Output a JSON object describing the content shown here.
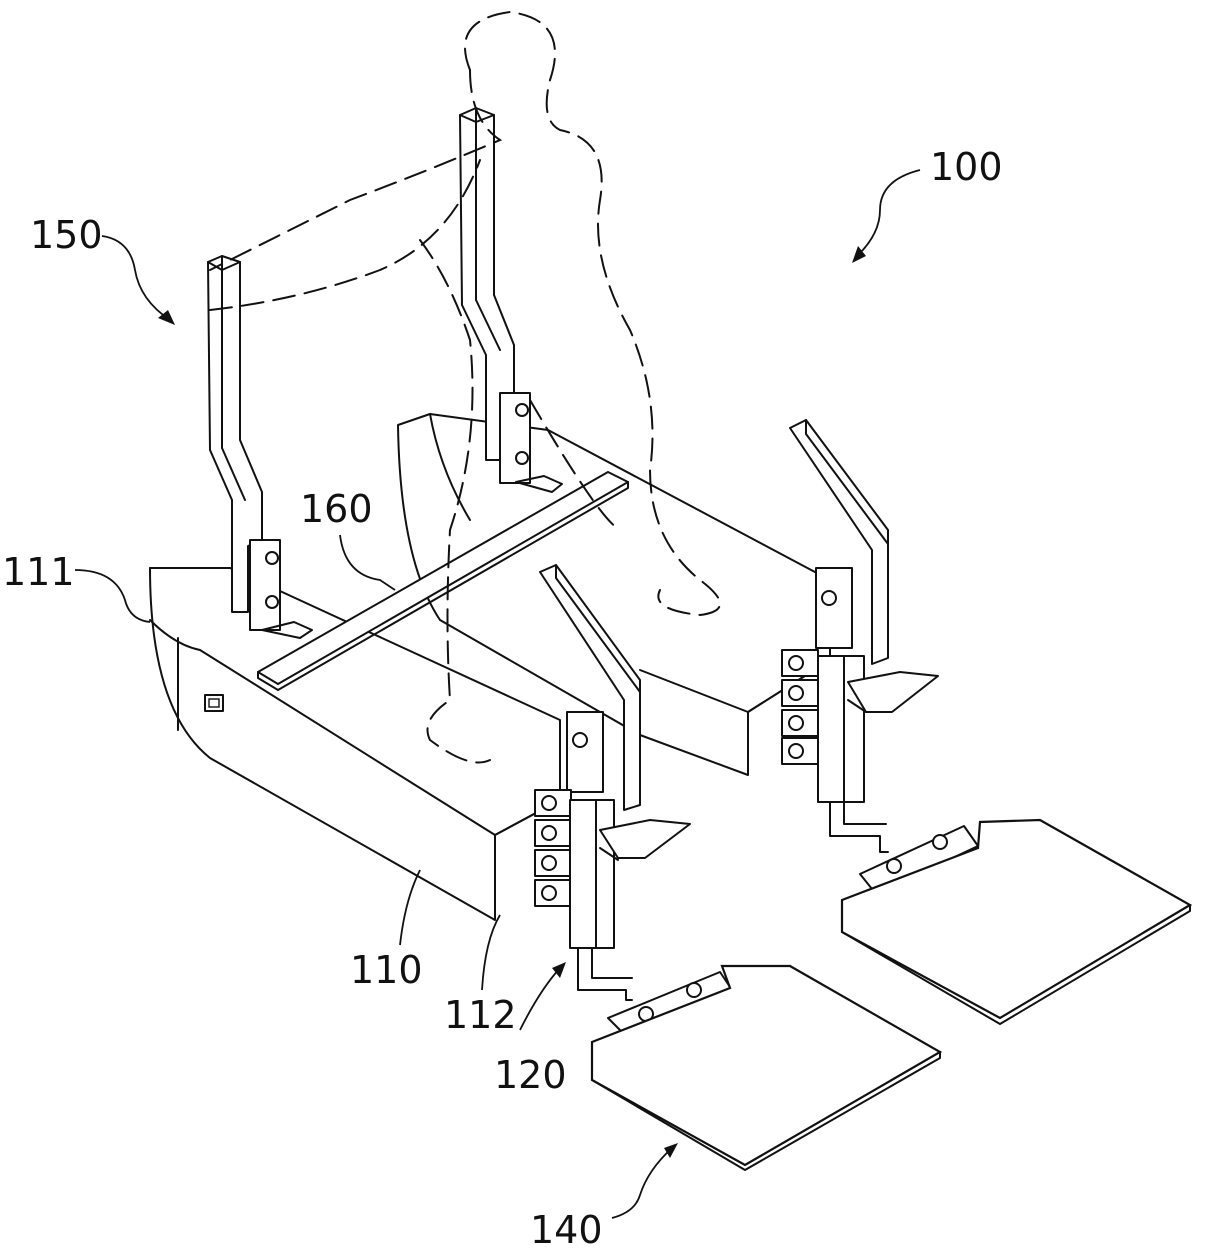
{
  "labels": {
    "assembly": "100",
    "body": "110",
    "body_front": "111",
    "body_rear": "112",
    "leg_unit": "120",
    "foot_plate": "140",
    "back_frame": "150",
    "cross_bar": "160"
  },
  "colors": {
    "line": "#111111",
    "background": "#ffffff"
  }
}
